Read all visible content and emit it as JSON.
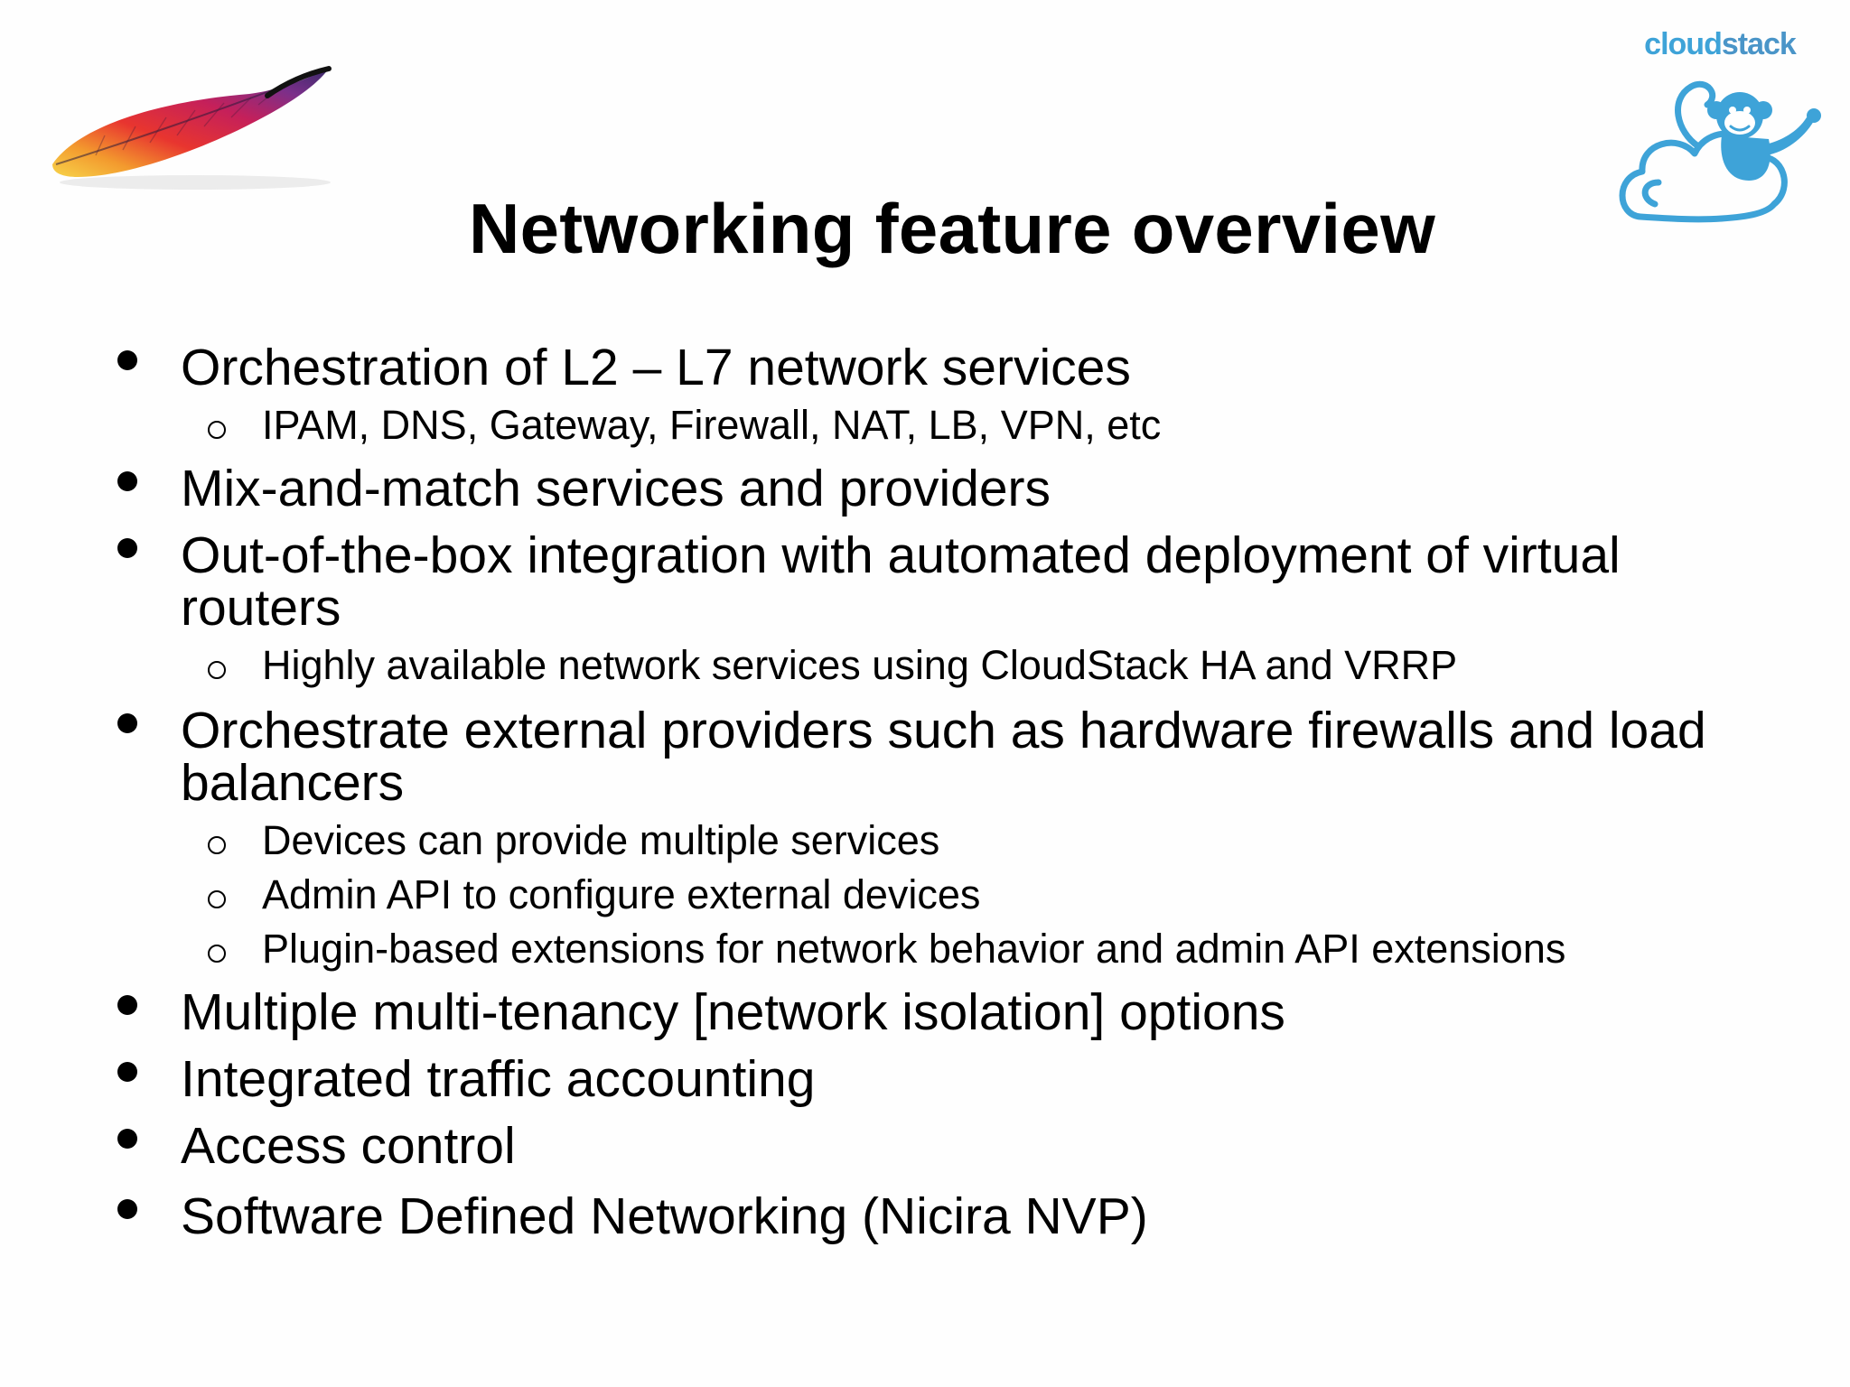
{
  "logos": {
    "left": "apache-feather-logo",
    "right": {
      "wordmark_part1": "cloud",
      "wordmark_part2": "stack",
      "icon": "cloudstack-monkey-cloud-logo"
    }
  },
  "slide": {
    "title": "Networking feature overview",
    "items": [
      {
        "text": "Orchestration of L2 – L7 network services",
        "subitems": [
          "IPAM, DNS, Gateway, Firewall, NAT, LB, VPN, etc"
        ]
      },
      {
        "text": "Mix-and-match services and providers",
        "subitems": []
      },
      {
        "text": "Out-of-the-box integration with automated deployment of virtual routers",
        "subitems": [
          "Highly available network services using CloudStack HA and VRRP"
        ]
      },
      {
        "text": "Orchestrate external providers such as hardware firewalls and load balancers",
        "subitems": [
          "Devices can provide multiple services",
          "Admin API to configure external devices",
          "Plugin-based extensions for network behavior and admin API extensions"
        ]
      },
      {
        "text": "Multiple multi-tenancy [network isolation] options",
        "subitems": []
      },
      {
        "text": "Integrated traffic accounting",
        "subitems": []
      },
      {
        "text": "Access control",
        "subitems": []
      },
      {
        "text": "Software Defined Networking (Nicira NVP)",
        "subitems": []
      }
    ]
  },
  "colors": {
    "text": "#000000",
    "cloudstack_blue": "#3ea3d8"
  }
}
